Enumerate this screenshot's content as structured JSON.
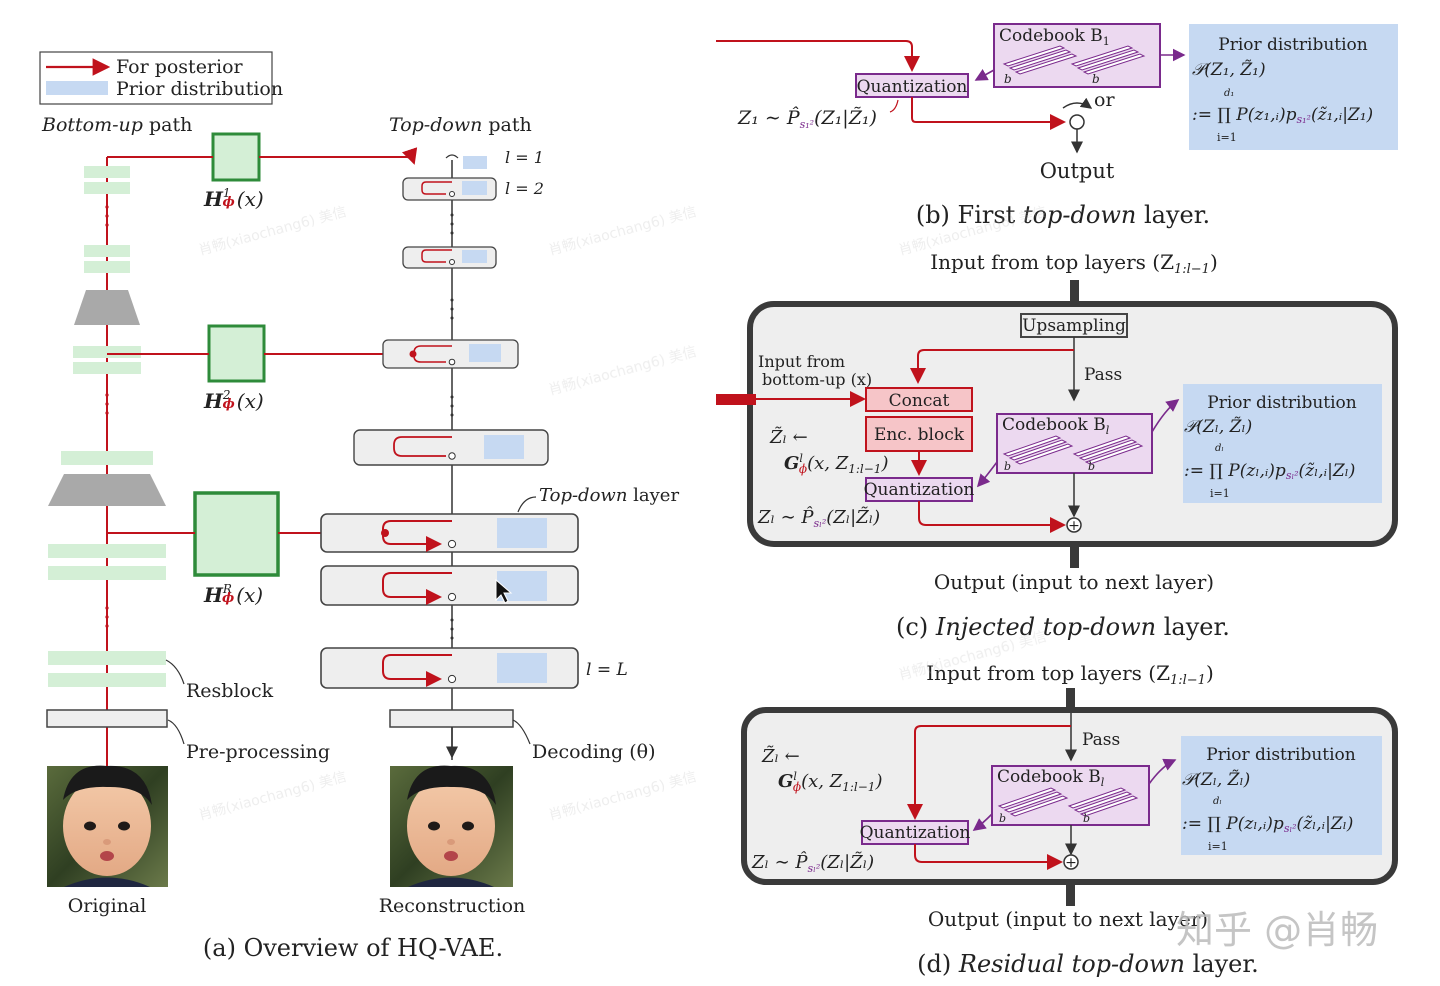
{
  "legend": {
    "posterior_label": "For posterior",
    "prior_label": "Prior distribution",
    "posterior_color": "#c0121c",
    "prior_color": "#c6d9f2"
  },
  "panel_a": {
    "bottom_up_label_it": "Bottom-up",
    "bottom_up_label_rest": " path",
    "top_down_label_it": "Top-down",
    "top_down_label_rest": " path",
    "h1": "H",
    "h1_sup": "1",
    "h1_args": "(x)",
    "h2": "H",
    "h2_sup": "2",
    "h2_args": "(x)",
    "hr": "H",
    "hr_sup": "R",
    "hr_args": "(x)",
    "phi": "ϕ",
    "l_eq_1": "l = 1",
    "l_eq_2": "l = 2",
    "l_eq_L": "l = L",
    "top_down_layer_it": "Top-down",
    "top_down_layer_rest": " layer",
    "resblock": "Resblock",
    "preprocessing": "Pre-processing",
    "decoding": "Decoding (θ)",
    "original": "Original",
    "reconstruction": "Reconstruction",
    "caption_prefix": "(a) Overview of HQ-VAE."
  },
  "panel_b": {
    "codebook": "Codebook B",
    "codebook_sub": "1",
    "b1": "b",
    "bK": "b",
    "quantization": "Quantization",
    "z_sample": "Z₁ ∼ P̂",
    "z_sample_rest": "(Z₁|Z̃₁)",
    "or": "or",
    "output": "Output",
    "prior_title": "Prior distribution",
    "prior_line1": "𝒫(Z₁, Z̃₁)",
    "prior_line2": ":= ∏ P(z₁,ᵢ)p",
    "prior_line2_rest": "(z̃₁,ᵢ|Z₁)",
    "prod_top": "d₁",
    "prod_bot": "i=1",
    "caption_pre": "(b) First ",
    "caption_it": "top-down",
    "caption_post": " layer."
  },
  "panel_c": {
    "input_top": "Input from top layers (Z",
    "input_top_sub": "1:l−1",
    "input_top_close": ")",
    "upsampling": "Upsampling",
    "pass": "Pass",
    "input_bottom_1": "Input from",
    "input_bottom_2": "bottom-up (x)",
    "concat": "Concat",
    "enc_block": "Enc. block",
    "quantization": "Quantization",
    "codebook": "Codebook B",
    "codebook_sub": "l",
    "zl_tilde": "Z̃ₗ ←",
    "g_phi": "G",
    "g_phi_args": "(x, Z",
    "g_phi_sub": "1:l−1",
    "g_phi_close": ")",
    "z_sample": "Zₗ ∼ P̂",
    "z_sample_rest": "(Zₗ|Z̃ₗ)",
    "prior_title": "Prior distribution",
    "prior_line1": "𝒫(Zₗ, Z̃ₗ)",
    "prior_line2": ":= ∏ P(zₗ,ᵢ)p",
    "prior_line2_rest": "(z̃ₗ,ᵢ|Zₗ)",
    "prod_top": "dₗ",
    "prod_bot": "i=1",
    "output": "Output (input to next layer)",
    "caption_pre": "(c) ",
    "caption_it": "Injected top-down",
    "caption_post": " layer."
  },
  "panel_d": {
    "input_top": "Input from top layers (Z",
    "input_top_sub": "1:l−1",
    "input_top_close": ")",
    "pass": "Pass",
    "zl_tilde": "Z̃ₗ ←",
    "g_phi": "G",
    "g_phi_args": "(x, Z",
    "g_phi_sub": "1:l−1",
    "g_phi_close": ")",
    "codebook": "Codebook B",
    "codebook_sub": "l",
    "quantization": "Quantization",
    "z_sample": "Zₗ ∼ P̂",
    "z_sample_rest": "(Zₗ|Z̃ₗ)",
    "prior_title": "Prior distribution",
    "prior_line1": "𝒫(Zₗ, Z̃ₗ)",
    "prior_line2": ":= ∏ P(zₗ,ᵢ)p",
    "prior_line2_rest": "(z̃ₗ,ᵢ|Zₗ)",
    "prod_top": "dₗ",
    "prod_bot": "i=1",
    "output": "Output (input to next layer)",
    "caption_pre": "(d) ",
    "caption_it": "Residual top-down",
    "caption_post": " layer."
  },
  "watermark": {
    "brand": "知乎 @肖畅",
    "repeat": "肖畅(xiaochang6) 美信"
  },
  "colors": {
    "red": "#c0121c",
    "green": "#2e8b3a",
    "light_green": "#d4efd6",
    "prior_blue": "#c6d9f2",
    "purple": "#7a2a8c",
    "light_purple": "#ecd9f0",
    "gray_fill": "#eeeeee",
    "dark_gray": "#3a3a3a",
    "pink": "#f6c5c8"
  }
}
